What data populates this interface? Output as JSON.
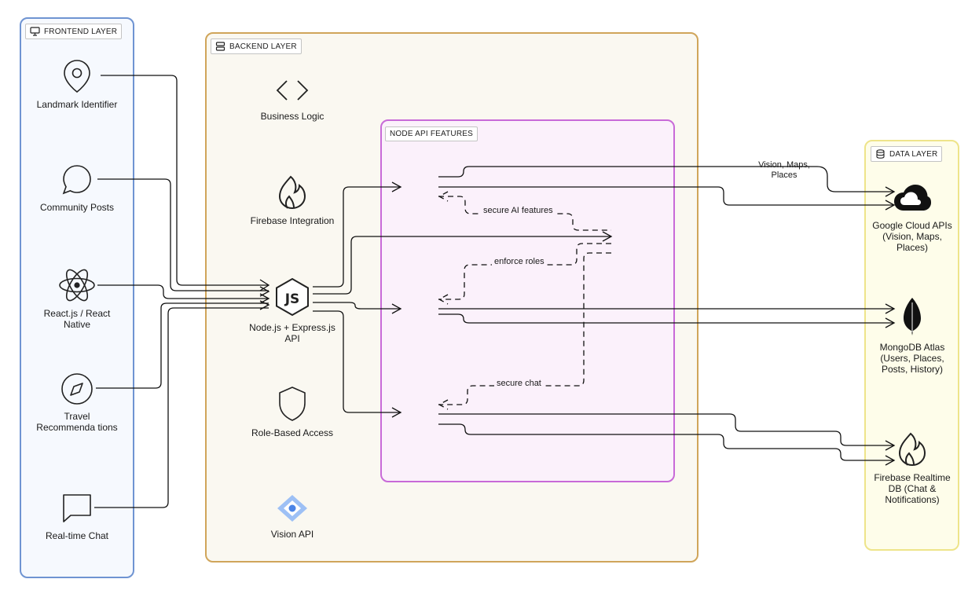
{
  "layers": {
    "frontend": "FRONTEND LAYER",
    "backend": "BACKEND LAYER",
    "node_api": "NODE API FEATURES",
    "data": "DATA LAYER"
  },
  "frontend_nodes": {
    "landmark": "Landmark Identifier",
    "community": "Community Posts",
    "react": "React.js / React Native",
    "travel": "Travel Recommenda tions",
    "chat": "Real-time Chat"
  },
  "backend_nodes": {
    "business": "Business Logic",
    "firebase": "Firebase Integration",
    "node": "Node.js + Express.js API",
    "role": "Role-Based Access",
    "vision": "Vision API"
  },
  "data_nodes": {
    "google": "Google Cloud APIs (Vision, Maps, Places)",
    "mongo": "MongoDB Atlas (Users, Places, Posts, History)",
    "firebase_db": "Firebase Realtime DB (Chat & Notifications)"
  },
  "edge_labels": {
    "vision_maps": "Vision, Maps, Places",
    "secure_ai": "secure AI features",
    "enforce_roles": "enforce roles",
    "secure_chat": "secure chat"
  },
  "colors": {
    "frontend_border": "#6f94d2",
    "backend_border": "#d0a55a",
    "node_api_border": "#c86ad8",
    "data_border": "#eee48a",
    "vision_icon": "#4b84e6"
  }
}
